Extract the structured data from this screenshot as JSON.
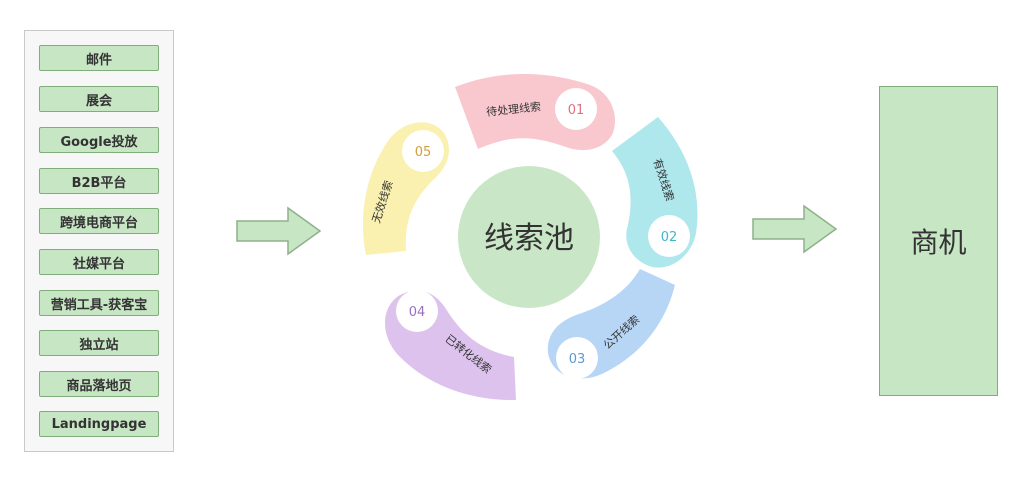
{
  "sources": [
    "邮件",
    "展会",
    "Google投放",
    "B2B平台",
    "跨境电商平台",
    "社媒平台",
    "营销工具-获客宝",
    "独立站",
    "商品落地页",
    "Landingpage"
  ],
  "pool": {
    "label": "线索池"
  },
  "stages": [
    {
      "number": "01",
      "label": "待处理线索",
      "color": "#f9c8cf",
      "num_color": "#e0707f",
      "icon": "petal-pink"
    },
    {
      "number": "02",
      "label": "有效线索",
      "color": "#aee7ec",
      "num_color": "#3fb7c2",
      "icon": "petal-cyan"
    },
    {
      "number": "03",
      "label": "公开线索",
      "color": "#b7d6f6",
      "num_color": "#5a9ad6",
      "icon": "petal-blue"
    },
    {
      "number": "04",
      "label": "已转化线索",
      "color": "#dcc2ec",
      "num_color": "#9b6fc0",
      "icon": "petal-purple"
    },
    {
      "number": "05",
      "label": "无效线索",
      "color": "#faf0b0",
      "num_color": "#d0a040",
      "icon": "petal-yellow"
    }
  ],
  "target": {
    "label": "商机"
  },
  "colors": {
    "source_fill": "#c7e6c4",
    "source_border": "#7fae7a",
    "arrow_fill": "#c7e6c4",
    "arrow_stroke": "#8fb08a",
    "pool_fill": "#c9e7c7"
  }
}
